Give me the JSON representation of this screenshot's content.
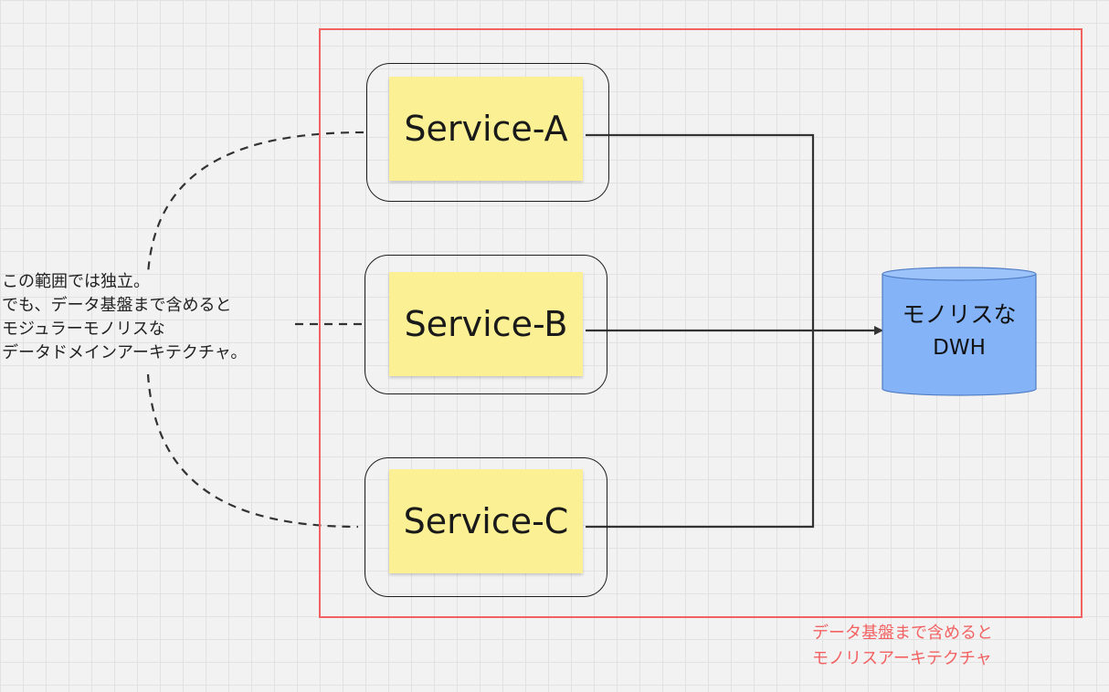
{
  "diagram": {
    "services": [
      {
        "id": "service-a",
        "label": "Service-A"
      },
      {
        "id": "service-b",
        "label": "Service-B"
      },
      {
        "id": "service-c",
        "label": "Service-C"
      }
    ],
    "database": {
      "label_line1": "モノリスな",
      "label_line2": "DWH",
      "fill_color": "#85b3f7"
    },
    "note": {
      "text": "この範囲では独立。\nでも、データ基盤まで含めると\nモジュラーモノリスな\nデータドメインアーキテクチャ。"
    },
    "scope": {
      "caption": "データ基盤まで含めると\nモノリスアーキテクチャ",
      "color": "#f26262"
    },
    "colors": {
      "sticky_fill": "#fbf194",
      "connector": "#333333",
      "background": "#f2f2f2"
    }
  }
}
